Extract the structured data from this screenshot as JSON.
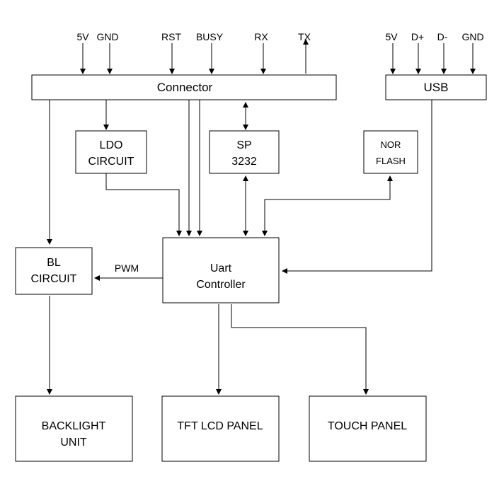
{
  "pins": {
    "connector": [
      "5V",
      "GND",
      "RST",
      "BUSY",
      "RX",
      "TX"
    ],
    "usb": [
      "5V",
      "D+",
      "D-",
      "GND"
    ]
  },
  "blocks": {
    "connector": [
      "Connector"
    ],
    "usb": [
      "USB"
    ],
    "ldo": [
      "LDO",
      "CIRCUIT"
    ],
    "sp3232": [
      "SP",
      "3232"
    ],
    "nor_flash": [
      "NOR",
      "FLASH"
    ],
    "bl_circuit": [
      "BL",
      "CIRCUIT"
    ],
    "uart_controller": [
      "Uart",
      "Controller"
    ],
    "backlight_unit": [
      "BACKLIGHT",
      "UNIT"
    ],
    "tft_lcd_panel": [
      "TFT LCD PANEL"
    ],
    "touch_panel": [
      "TOUCH PANEL"
    ]
  },
  "signals": {
    "pwm": "PWM"
  }
}
